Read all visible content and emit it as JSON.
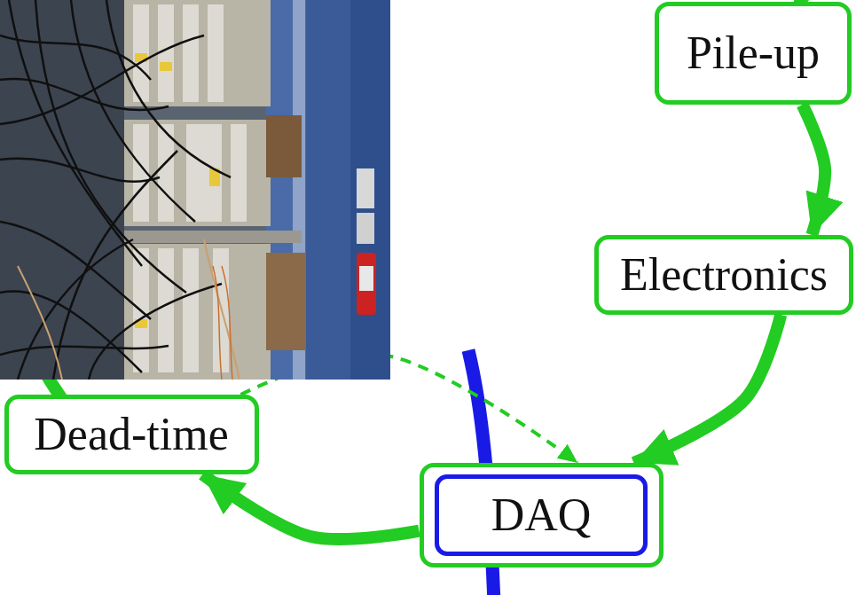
{
  "diagram": {
    "nodes": [
      {
        "text": [
          "Pile-up"
        ]
      },
      {
        "text": [
          "Electronics"
        ]
      },
      {
        "text": [
          "Dead-time"
        ]
      },
      {
        "text": [
          "DAQ"
        ]
      }
    ],
    "edges": [
      {
        "from": 0,
        "to": 1,
        "arrow": "to"
      },
      {
        "from": 1,
        "to": 3,
        "arrow": "to"
      },
      {
        "from": 3,
        "to": 2,
        "arrow": "to"
      },
      {
        "from": 2,
        "to": 3,
        "arrow": "to"
      }
    ]
  }
}
